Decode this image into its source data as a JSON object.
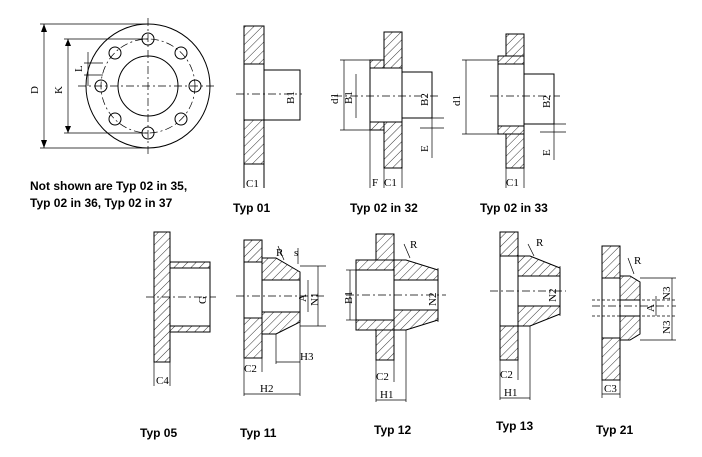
{
  "note": {
    "line1": "Not shown are Typ 02 in 35,",
    "line2": "Typ 02 in 36, Typ 02 in 37"
  },
  "captions": {
    "typ01": "Typ 01",
    "typ02_32": "Typ 02 in 32",
    "typ02_33": "Typ 02 in 33",
    "typ05": "Typ 05",
    "typ11": "Typ 11",
    "typ12": "Typ 12",
    "typ13": "Typ 13",
    "typ21": "Typ 21"
  },
  "dims": {
    "D": "D",
    "K": "K",
    "L": "L",
    "B1": "B1",
    "B2": "B2",
    "C1": "C1",
    "C2": "C2",
    "C3": "C3",
    "C4": "C4",
    "d1": "d1",
    "E": "E",
    "F": "F",
    "G": "G",
    "R": "R",
    "s": "s",
    "A": "A",
    "N1": "N1",
    "N2": "N2",
    "N3": "N3",
    "H1": "H1",
    "H2": "H2",
    "H3": "H3"
  }
}
